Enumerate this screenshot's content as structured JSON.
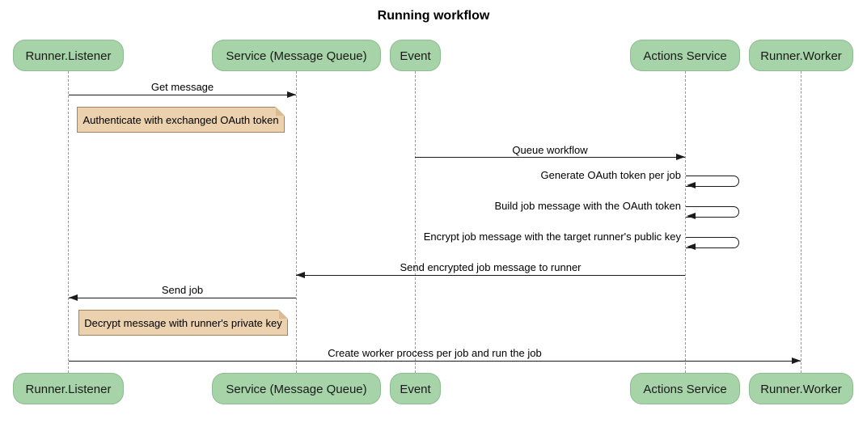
{
  "title": "Running workflow",
  "participants": [
    {
      "label": "Runner.Listener"
    },
    {
      "label": "Service (Message Queue)"
    },
    {
      "label": "Event"
    },
    {
      "label": "Actions Service"
    },
    {
      "label": "Runner.Worker"
    }
  ],
  "messages": [
    {
      "label": "Get message",
      "from": "Runner.Listener",
      "to": "Service (Message Queue)",
      "type": "arrow"
    },
    {
      "label": "Queue workflow",
      "from": "Event",
      "to": "Actions Service",
      "type": "arrow"
    },
    {
      "label": "Generate OAuth token per job",
      "from": "Actions Service",
      "to": "Actions Service",
      "type": "self"
    },
    {
      "label": "Build job message with the OAuth token",
      "from": "Actions Service",
      "to": "Actions Service",
      "type": "self"
    },
    {
      "label": "Encrypt job message with the target runner's public key",
      "from": "Actions Service",
      "to": "Actions Service",
      "type": "self"
    },
    {
      "label": "Send encrypted job message to runner",
      "from": "Actions Service",
      "to": "Service (Message Queue)",
      "type": "arrow"
    },
    {
      "label": "Send job",
      "from": "Service (Message Queue)",
      "to": "Runner.Listener",
      "type": "arrow"
    },
    {
      "label": "Create worker process per job and run the job",
      "from": "Runner.Listener",
      "to": "Runner.Worker",
      "type": "arrow"
    }
  ],
  "notes": [
    {
      "text": "Authenticate with exchanged OAuth token",
      "over": "Runner.Listener"
    },
    {
      "text": "Decrypt message with runner's private key",
      "over": "Runner.Listener"
    }
  ],
  "colors": {
    "participant_fill": "#a6d3a8",
    "participant_border": "#8cbc8f",
    "note_fill": "#ebd1ae",
    "note_border": "#a5845c",
    "lifeline": "#999999",
    "message_line": "#1b1b1b"
  }
}
